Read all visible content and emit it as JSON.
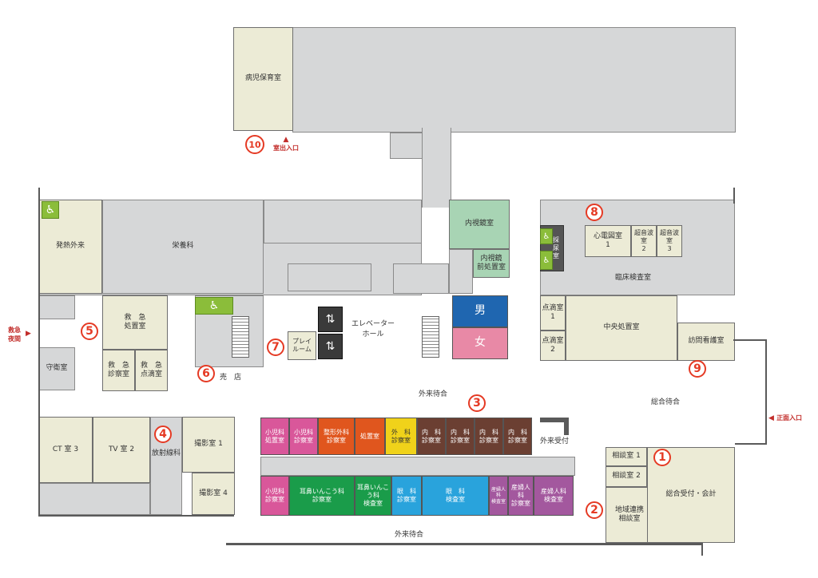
{
  "rooms": {
    "sick_child": "病児保育室",
    "fever_outpatient": "発熱外来",
    "nutrition": "栄養科",
    "emergency_treatment": "救　急\n処置室",
    "emergency_exam": "救　急\n診察室",
    "emergency_drip": "救　急\n点滴室",
    "guard": "守衛室",
    "shop": "売　店",
    "play": "プレイ\nルーム",
    "elevator_hall": "エレベーター\nホール",
    "endoscopy": "内視鏡室",
    "endoscopy_pre": "内視鏡\n前処置室",
    "blood": "採\n尿\n室",
    "ecg": "心電図室\n1",
    "echo2": "超音波室\n2",
    "echo3": "超音波室\n3",
    "clinical_lab": "臨床検査室",
    "drip1": "点滴室\n1",
    "drip2": "点滴室\n2",
    "central_treatment": "中央処置室",
    "home_nursing": "訪問看護室",
    "ct": "CT 室 3",
    "tv": "TV 室 2",
    "radiology": "放射線科",
    "xray1": "撮影室 1",
    "xray4": "撮影室 4",
    "consult1": "相談室 1",
    "consult2": "相談室 2",
    "regional": "地域連携\n相談室",
    "reception": "総合受付・会計",
    "general_wait": "総合待合",
    "outpatient_wait": "外来待合",
    "outpatient_wait_bottom": "外来待合",
    "outpatient_reception": "外来受付"
  },
  "clinics_top": [
    {
      "label": "小児科\n処置室",
      "color": "#d9579a"
    },
    {
      "label": "小児科\n診察室",
      "color": "#d9579a"
    },
    {
      "label": "整形外科\n診察室",
      "color": "#e0561e"
    },
    {
      "label": "処置室",
      "color": "#e0561e"
    },
    {
      "label": "外　科\n診察室",
      "color": "#f0d21a"
    },
    {
      "label": "内　科\n診察室",
      "color": "#6b3f32"
    },
    {
      "label": "内　科\n診察室",
      "color": "#6b3f32"
    },
    {
      "label": "内　科\n診察室",
      "color": "#6b3f32"
    },
    {
      "label": "内　科\n診察室",
      "color": "#6b3f32"
    }
  ],
  "clinics_bottom": [
    {
      "label": "小児科\n診察室",
      "color": "#d9579a"
    },
    {
      "label": "耳鼻いんこう科\n診察室",
      "color": "#1a9c4a"
    },
    {
      "label": "耳鼻いんこう科\n検査室",
      "color": "#1a9c4a"
    },
    {
      "label": "眼　科\n診察室",
      "color": "#29a3dc"
    },
    {
      "label": "眼　科\n検査室",
      "color": "#29a3dc"
    },
    {
      "label": "産婦人科\n検査室",
      "color": "#a3589e"
    },
    {
      "label": "産婦人科\n診察室",
      "color": "#a3589e"
    },
    {
      "label": "産婦人科\n検査室",
      "color": "#a3589e"
    }
  ],
  "markers": [
    "1",
    "2",
    "3",
    "4",
    "5",
    "6",
    "7",
    "8",
    "9",
    "10"
  ],
  "entrances": {
    "emergency": "救急\n夜間",
    "main": "正面入口",
    "sick_child": "室出入口"
  },
  "icons": {
    "wheelchair": "♿",
    "man": "男",
    "woman": "女",
    "elevator": "⇅"
  },
  "colors": {
    "marker": "#e53a24",
    "entrance": "#c22d2a",
    "mens_room": "#1f66b0",
    "womens_room": "#e889a6",
    "accessible": "#8bbd3a"
  }
}
